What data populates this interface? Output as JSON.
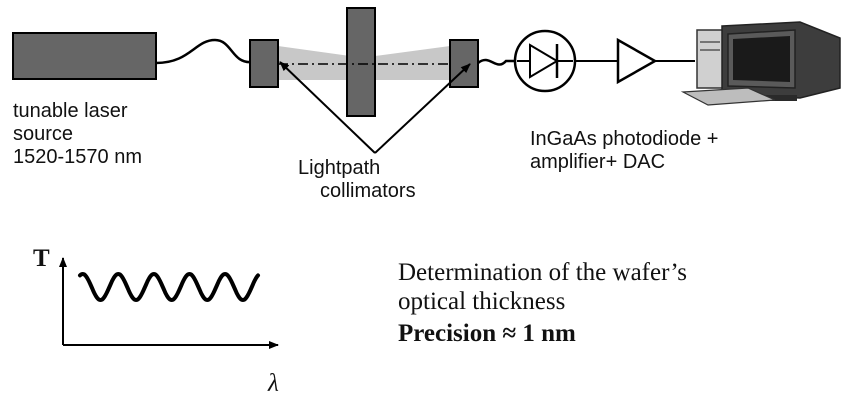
{
  "labels": {
    "laser_source": [
      "tunable laser",
      "source",
      "1520-1570 nm"
    ],
    "collimators": [
      "Lightpath",
      "collimators"
    ],
    "detector": [
      "InGaAs photodiode +",
      "amplifier+ DAC"
    ],
    "graph_y_axis": "T",
    "graph_x_axis": "λ",
    "description": [
      "Determination of the wafer’s",
      "optical thickness"
    ],
    "precision": "Precision ≈ 1 nm"
  },
  "colors": {
    "component_fill": "#666666",
    "stroke": "#000000",
    "beam": "#c8c8c8",
    "text": "#111111"
  },
  "icons": [
    "photodiode-icon",
    "amplifier-icon",
    "computer-icon"
  ]
}
